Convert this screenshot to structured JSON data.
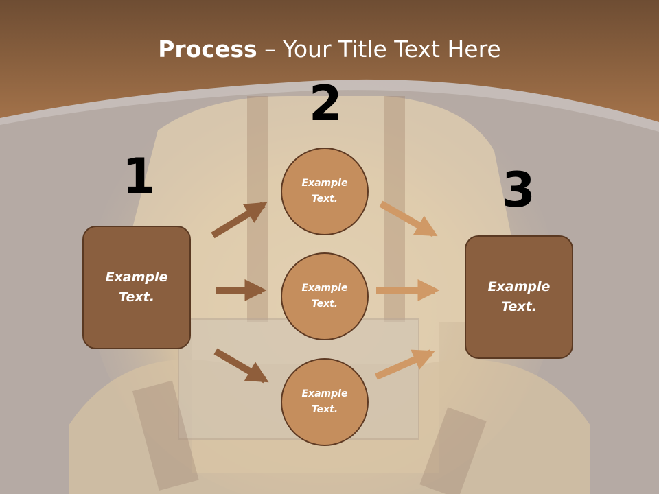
{
  "slide": {
    "title_bold": "Process",
    "title_rest": " – Your Title Text Here"
  },
  "diagram": {
    "step_numbers": [
      "1",
      "2",
      "3"
    ],
    "left_box": "Example\nText.",
    "right_box": "Example\nText.",
    "circles": [
      "Example\nText.",
      "Example\nText.",
      "Example\nText."
    ]
  },
  "colors": {
    "header_brown": "#9b6c46",
    "box_fill": "#8a5f3f",
    "circle_fill": "#c58e5d",
    "arrow_dark": "#8f5e3b",
    "arrow_light": "#d09966"
  }
}
